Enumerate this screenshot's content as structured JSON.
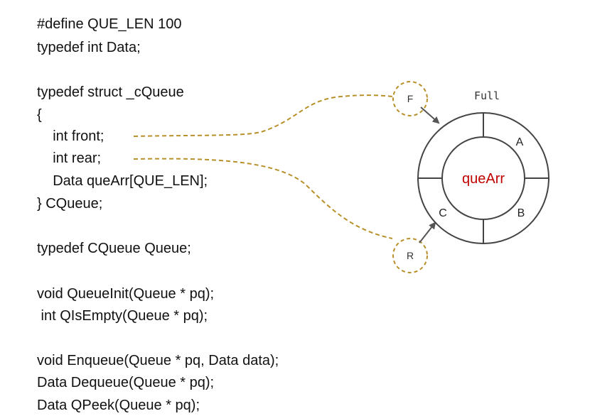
{
  "code_lines": [
    "#define QUE_LEN 100",
    "typedef int Data;",
    "typedef struct _cQueue",
    "{",
    "    int front;",
    "    int rear;",
    "    Data queArr[QUE_LEN];",
    "} CQueue;",
    "typedef CQueue Queue;",
    "void QueueInit(Queue * pq);",
    " int QIsEmpty(Queue * pq);",
    "void Enqueue(Queue * pq, Data data);",
    "Data Dequeue(Queue * pq);",
    "Data QPeek(Queue * pq);"
  ],
  "diagram": {
    "status_label": "Full",
    "center_label": "queArr",
    "slot_a": "A",
    "slot_b": "B",
    "slot_c": "C",
    "front_marker": "F",
    "rear_marker": "R"
  },
  "colors": {
    "dashed_line": "#B8902A",
    "center_text": "#C00000",
    "ring_stroke": "#444444",
    "arrow": "#555555"
  }
}
